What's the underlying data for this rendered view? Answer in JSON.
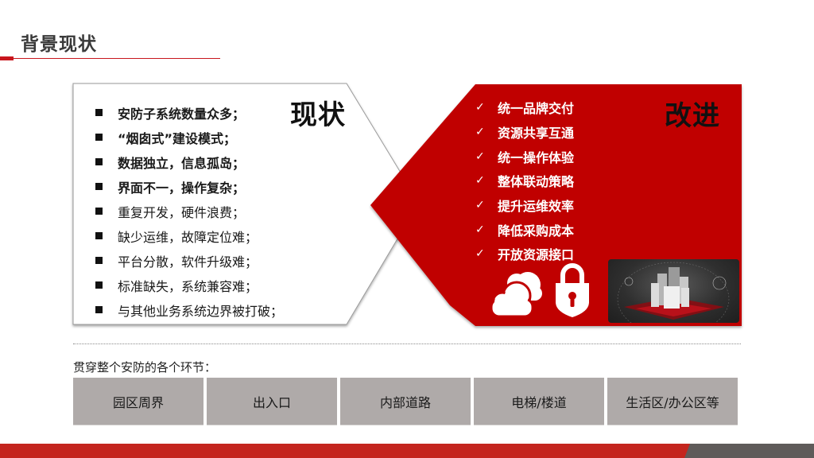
{
  "header": {
    "title": "背景现状"
  },
  "current_state": {
    "heading": "现状",
    "items": [
      {
        "text": "安防子系统数量众多；",
        "bold": true
      },
      {
        "text": "“烟囱式”建设模式；",
        "bold": true
      },
      {
        "text": "数据独立，信息孤岛；",
        "bold": true
      },
      {
        "text": "界面不一，操作复杂；",
        "bold": true
      },
      {
        "text": "重复开发，硬件浪费；",
        "bold": false
      },
      {
        "text": "缺少运维，故障定位难；",
        "bold": false
      },
      {
        "text": "平台分散，软件升级难；",
        "bold": false
      },
      {
        "text": "标准缺失，系统兼容难；",
        "bold": false
      },
      {
        "text": "与其他业务系统边界被打破；",
        "bold": false
      }
    ]
  },
  "improvement": {
    "heading": "改进",
    "check_glyph": "✓",
    "items": [
      "统一品牌交付",
      "资源共享互通",
      "统一操作体验",
      "整体联动策略",
      "提升运维效率",
      "降低采购成本",
      "开放资源接口"
    ],
    "icons": [
      "cloud-icon",
      "lock-icon",
      "smart-city-image"
    ]
  },
  "coverage": {
    "label": "贯穿整个安防的各个环节：",
    "stages": [
      "园区周界",
      "出入口",
      "内部道路",
      "电梯/楼道",
      "生活区/办公区等"
    ]
  },
  "colors": {
    "accent_red": "#c00000",
    "title_red": "#c8161d",
    "stage_gray": "#afaaa9",
    "footer_red": "#c4251e",
    "footer_gray": "#5f5b5a"
  }
}
